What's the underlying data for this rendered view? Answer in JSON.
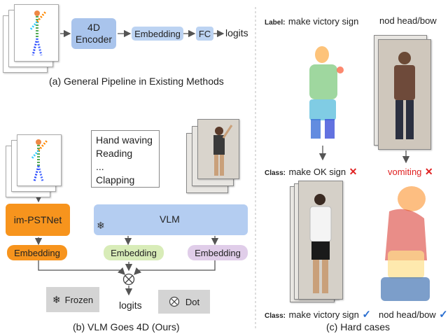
{
  "panel_a": {
    "encoder": "4D\nEncoder",
    "embedding": "Embedding",
    "fc": "FC",
    "logits": "logits",
    "caption": "(a) General Pipeline in Existing Methods"
  },
  "panel_b": {
    "text_list": [
      "Hand waving",
      "Reading",
      "...",
      "Clapping"
    ],
    "im_pstnet": "im-PSTNet",
    "vlm": "VLM",
    "embedding_left": "Embedding",
    "embedding_mid": "Embedding",
    "embedding_right": "Embedding",
    "logits": "logits",
    "legend_frozen": "Frozen",
    "legend_dot": "Dot",
    "caption": "(b) VLM Goes 4D (Ours)"
  },
  "panel_c": {
    "label_prefix": "Label:",
    "label_left": "make victory sign",
    "label_right": "nod head/bow",
    "class_prefix_top": "Class:",
    "class_left_top": "make OK sign",
    "class_right_top": "vomiting",
    "class_prefix_bottom": "Class:",
    "class_left_bottom": "make victory sign",
    "class_right_bottom": "nod head/bow",
    "caption": "(c) Hard cases"
  },
  "colors": {
    "encoder_fill": "#a9c4ec",
    "embedding_fill": "#bcd3f2",
    "vlm_fill": "#b4cdf1",
    "pstnet_fill": "#f7941d",
    "emb_orange": "#f7941d",
    "emb_green": "#d8ecb8",
    "emb_purple": "#e0cde9",
    "legend_fill": "#d4d4d4",
    "wrong": "#e02020",
    "right": "#2a6fd0"
  }
}
